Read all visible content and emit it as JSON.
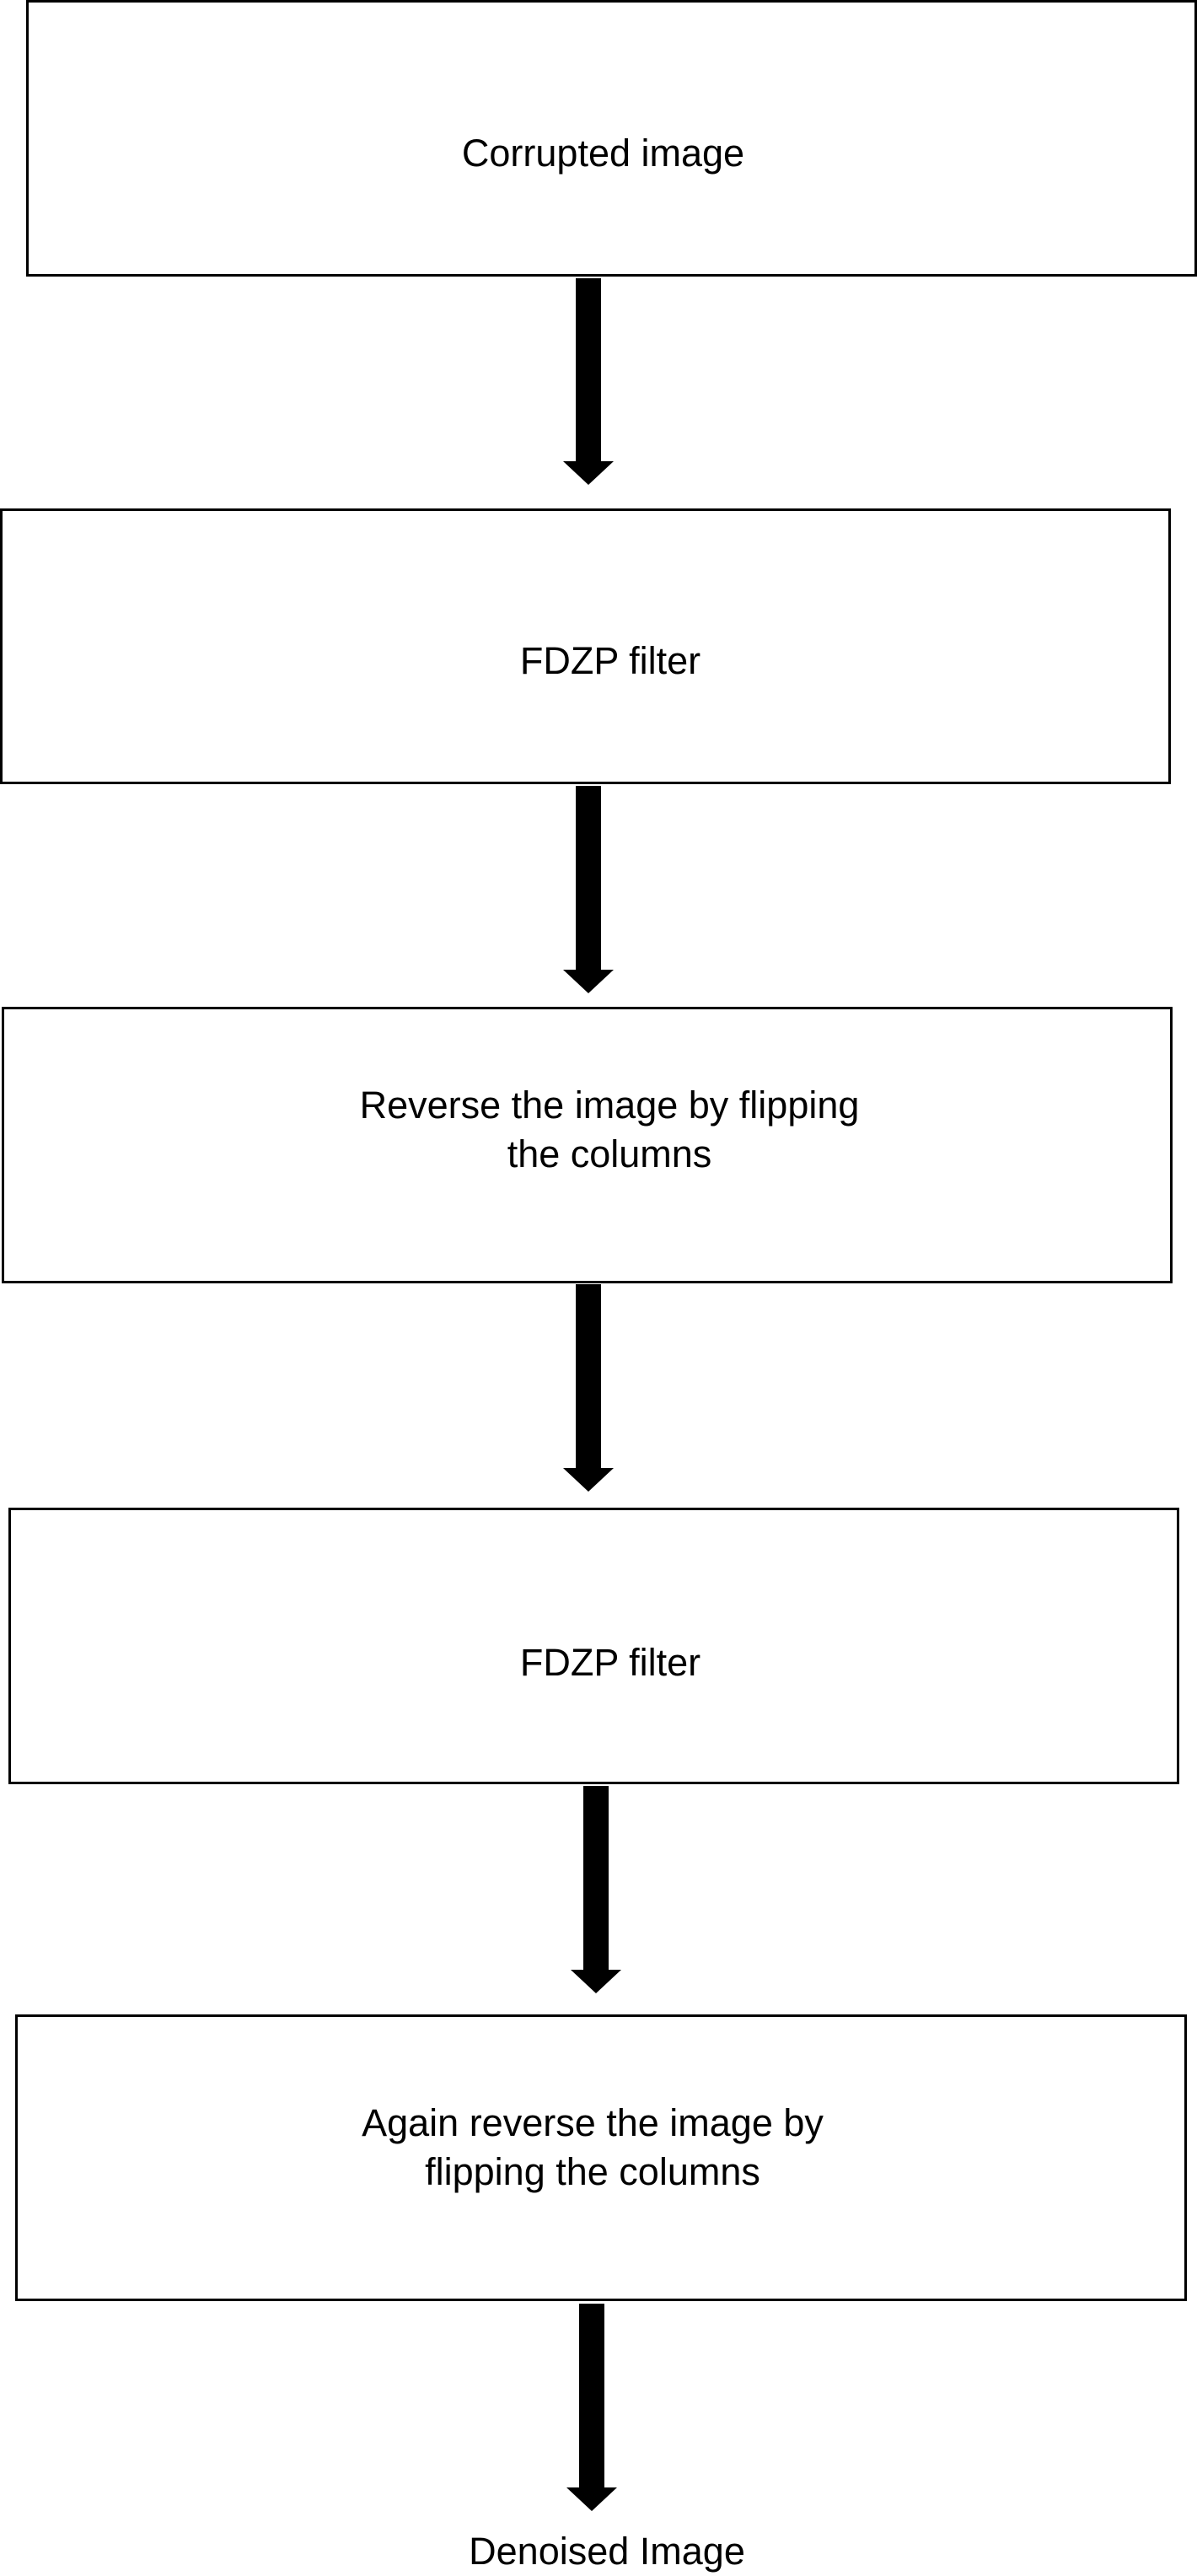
{
  "flowchart": {
    "steps": [
      {
        "label": "Corrupted image"
      },
      {
        "label": "FDZP filter"
      },
      {
        "label": "Reverse the image by flipping\nthe columns"
      },
      {
        "label": "FDZP filter"
      },
      {
        "label": "Again reverse the image by\nflipping the columns"
      }
    ],
    "output": {
      "label": "Denoised Image"
    }
  },
  "colors": {
    "stroke": "#000000",
    "background": "#ffffff"
  }
}
